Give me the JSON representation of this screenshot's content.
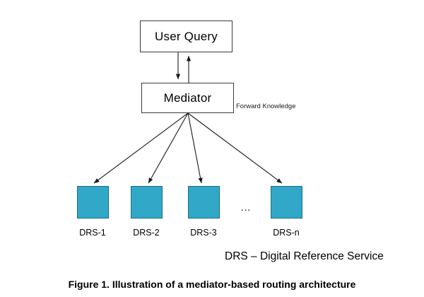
{
  "figure": {
    "caption": "Figure 1. Illustration of a mediator-based routing architecture",
    "legend": "DRS – Digital Reference Service",
    "ellipsis": "…",
    "colors": {
      "node_fill": "#31a8c8",
      "node_border": "#1d6c80",
      "box_border": "#3a3a3a",
      "arrow": "#1a1a1a",
      "background": "#ffffff",
      "text": "#000000"
    }
  },
  "nodes": {
    "user_query": {
      "label": "User Query"
    },
    "mediator": {
      "label": "Mediator"
    }
  },
  "annotations": {
    "forward_knowledge": "Forward Knowledge"
  },
  "services": [
    {
      "label": "DRS-1"
    },
    {
      "label": "DRS-2"
    },
    {
      "label": "DRS-3"
    },
    {
      "label": "DRS-n"
    }
  ],
  "chart_data": {
    "type": "diagram",
    "title": "Figure 1. Illustration of a mediator-based routing architecture",
    "diagram_kind": "mediator-based routing architecture",
    "entities": [
      {
        "id": "user_query",
        "label": "User Query",
        "shape": "rectangle",
        "fill": "#ffffff"
      },
      {
        "id": "mediator",
        "label": "Mediator",
        "shape": "rectangle",
        "fill": "#ffffff"
      },
      {
        "id": "drs1",
        "label": "DRS-1",
        "shape": "square",
        "fill": "#31a8c8"
      },
      {
        "id": "drs2",
        "label": "DRS-2",
        "shape": "square",
        "fill": "#31a8c8"
      },
      {
        "id": "drs3",
        "label": "DRS-3",
        "shape": "square",
        "fill": "#31a8c8"
      },
      {
        "id": "drsn",
        "label": "DRS-n",
        "shape": "square",
        "fill": "#31a8c8"
      }
    ],
    "edges": [
      {
        "from": "user_query",
        "to": "mediator",
        "style": "arrow",
        "label": ""
      },
      {
        "from": "mediator",
        "to": "user_query",
        "style": "arrow",
        "label": ""
      },
      {
        "from": "mediator",
        "to": "drs1",
        "style": "arrow",
        "label": "Forward Knowledge"
      },
      {
        "from": "mediator",
        "to": "drs2",
        "style": "arrow",
        "label": "Forward Knowledge"
      },
      {
        "from": "mediator",
        "to": "drs3",
        "style": "arrow",
        "label": "Forward Knowledge"
      },
      {
        "from": "mediator",
        "to": "drsn",
        "style": "arrow",
        "label": "Forward Knowledge"
      }
    ],
    "legend_entries": [
      "DRS – Digital Reference Service"
    ]
  }
}
